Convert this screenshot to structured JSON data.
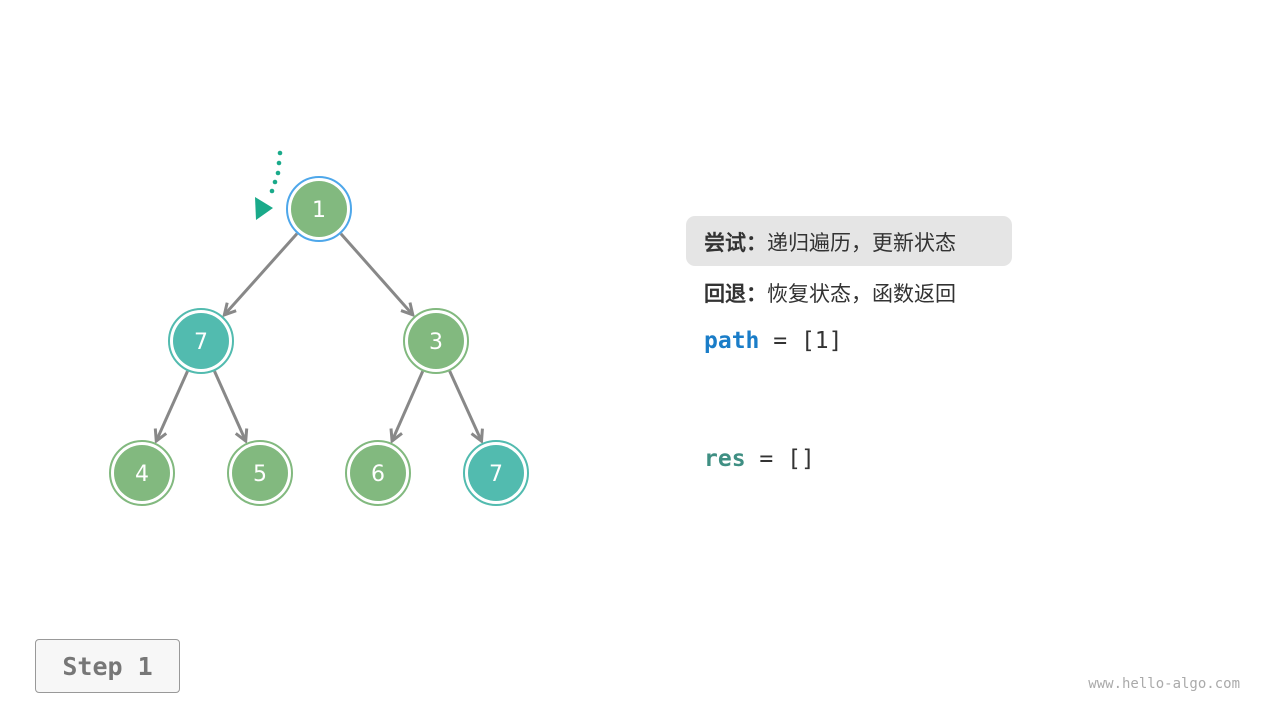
{
  "tree": {
    "nodes": [
      {
        "id": "n1",
        "value": "1",
        "color": "#82b97f",
        "ring": "#4ea7ea"
      },
      {
        "id": "n2",
        "value": "7",
        "color": "#52bbaf",
        "ring": "#52bbaf"
      },
      {
        "id": "n3",
        "value": "3",
        "color": "#82b97f",
        "ring": "#82b97f"
      },
      {
        "id": "n4",
        "value": "4",
        "color": "#82b97f",
        "ring": "#82b97f"
      },
      {
        "id": "n5",
        "value": "5",
        "color": "#82b97f",
        "ring": "#82b97f"
      },
      {
        "id": "n6",
        "value": "6",
        "color": "#82b97f",
        "ring": "#82b97f"
      },
      {
        "id": "n7",
        "value": "7",
        "color": "#52bbaf",
        "ring": "#52bbaf"
      }
    ],
    "edges": [
      [
        "n1",
        "n2"
      ],
      [
        "n1",
        "n3"
      ],
      [
        "n2",
        "n4"
      ],
      [
        "n2",
        "n5"
      ],
      [
        "n3",
        "n6"
      ],
      [
        "n3",
        "n7"
      ]
    ],
    "edge_color": "#888888",
    "pointer_color": "#1aaa8a",
    "pointer_target": "n1"
  },
  "panel": {
    "try_label": "尝试：",
    "try_text": "递归遍历，更新状态",
    "back_label": "回退：",
    "back_text": "恢复状态，函数返回",
    "path_name": "path",
    "path_eq": " = ",
    "path_value": "[1]",
    "res_name": "res",
    "res_eq": " = ",
    "res_value": "[]"
  },
  "step_label": "Step 1",
  "watermark": "www.hello-algo.com"
}
